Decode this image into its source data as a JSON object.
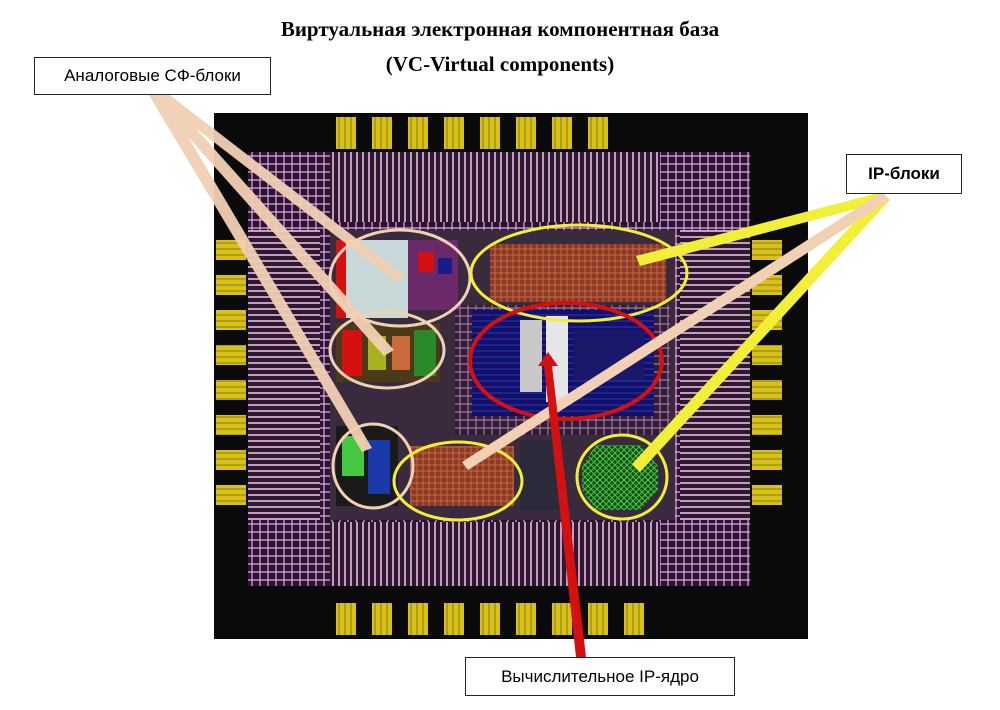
{
  "title": {
    "line1": "Виртуальная электронная компонентная база",
    "line2": "(VC-Virtual components)"
  },
  "labels": {
    "analog": "Аналоговые СФ-блоки",
    "ip_blocks": "IP-блоки",
    "ip_core": "Вычислительное IP-ядро"
  },
  "colors": {
    "die_background": "#0a0a0a",
    "pad": "#d8c21a",
    "routing": "#e6a6e6",
    "analog_marker": "#f2d0b4",
    "ip_marker": "#f2ef38",
    "core_marker": "#d41010"
  }
}
